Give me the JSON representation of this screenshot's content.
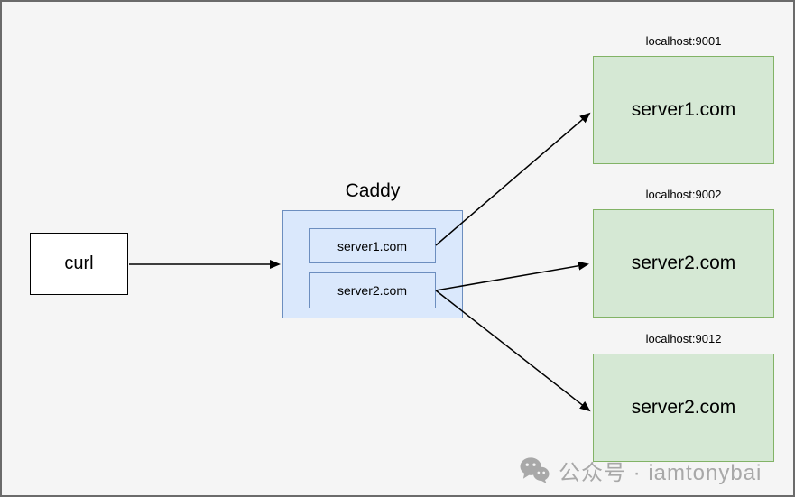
{
  "diagram": {
    "client": {
      "label": "curl"
    },
    "proxy": {
      "title": "Caddy",
      "routes": [
        {
          "label": "server1.com"
        },
        {
          "label": "server2.com"
        }
      ]
    },
    "backends": [
      {
        "address": "localhost:9001",
        "label": "server1.com"
      },
      {
        "address": "localhost:9002",
        "label": "server2.com"
      },
      {
        "address": "localhost:9012",
        "label": "server2.com"
      }
    ]
  },
  "watermark": {
    "icon": "wechat-icon",
    "text": "公众号 · iamtonybai"
  },
  "colors": {
    "canvas_background": "#f5f5f5",
    "canvas_border": "#6b6b6b",
    "proxy_fill": "#dae8fc",
    "proxy_stroke": "#6c8ebf",
    "backend_fill": "#d5e8d4",
    "backend_stroke": "#82b366",
    "arrow": "#000000",
    "watermark_gray": "#a8a8a8"
  }
}
